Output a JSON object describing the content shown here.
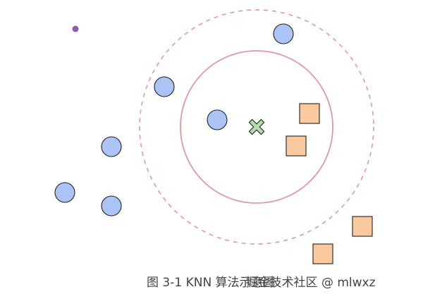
{
  "caption": "图 3-1 KNN 算法示意图",
  "watermark": "掘金技术社区 @ mlwxz",
  "colors": {
    "circle_fill": "#a9c4f5",
    "square_fill": "#fac99e",
    "query_fill": "#b6dcae",
    "ring": "#e3989d",
    "dot": "#8a5fb0",
    "outline": "#1f1f1f"
  },
  "diagram": {
    "circle_class_points": 6,
    "square_class_points": 4,
    "query_point": "x-mark-icon"
  }
}
